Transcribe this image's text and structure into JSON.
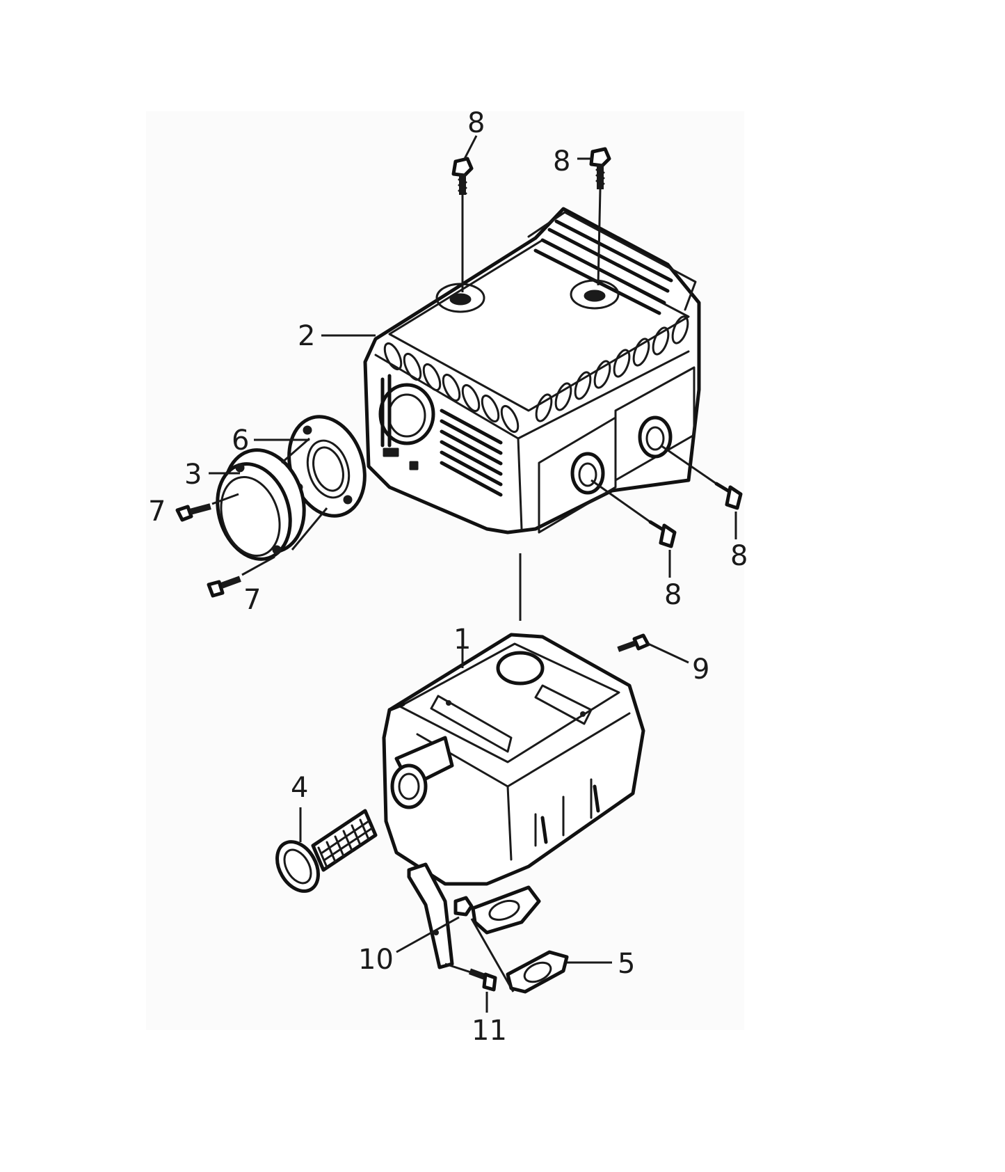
{
  "diagram": {
    "callouts": {
      "c1": "1",
      "c2": "2",
      "c3": "3",
      "c4": "4",
      "c5": "5",
      "c6": "6",
      "c7a": "7",
      "c7b": "7",
      "c8a": "8",
      "c8b": "8",
      "c8c": "8",
      "c8d": "8",
      "c9": "9",
      "c10": "10",
      "c11": "11"
    }
  }
}
